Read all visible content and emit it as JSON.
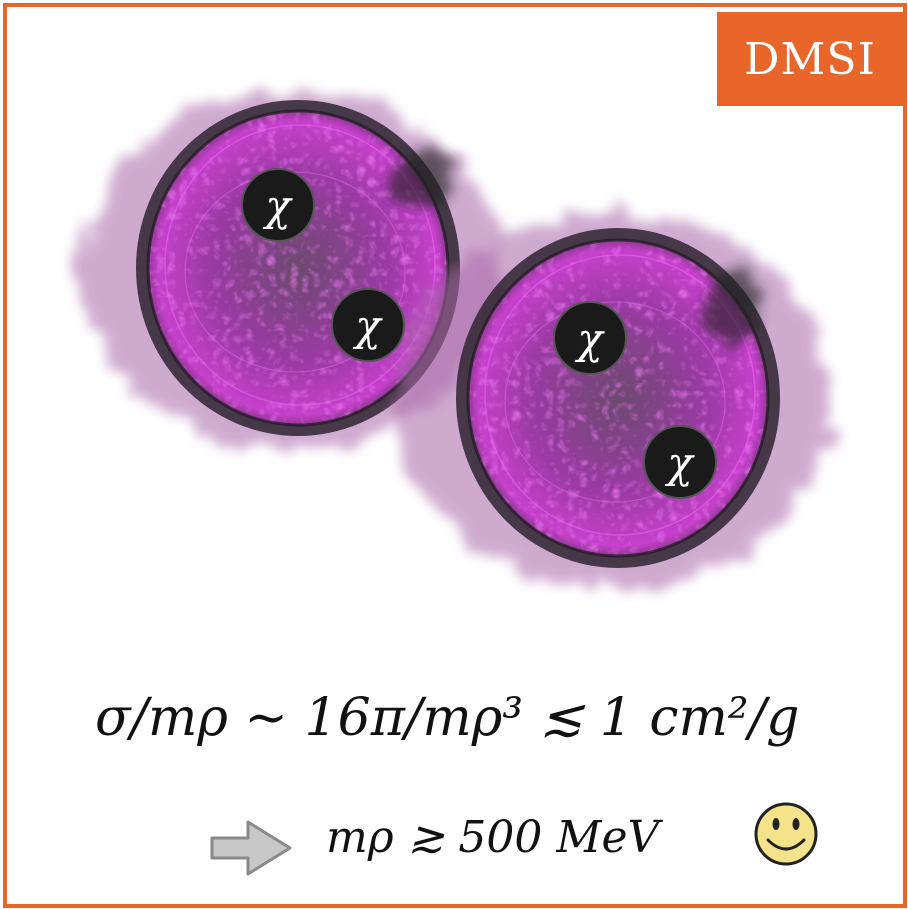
{
  "badge": {
    "label": "DMSI",
    "color": "#e8662a"
  },
  "particles": [
    {
      "blob": "left",
      "symbol": "χ"
    },
    {
      "blob": "left",
      "symbol": "χ"
    },
    {
      "blob": "right",
      "symbol": "χ"
    },
    {
      "blob": "right",
      "symbol": "χ"
    }
  ],
  "equations": {
    "cross_section": "σ/mρ ∼ 16π/mρ³ ≲ 1 cm²/g",
    "mass_bound": "mρ ≳ 500 MeV"
  },
  "icons": {
    "arrow": "right-arrow-icon",
    "face": "smiley-face-icon"
  },
  "colors": {
    "frame": "#e8662a",
    "blob_glow": "#b04fb4",
    "blob_core": "#d23bd8",
    "particle": "#1a1a1a"
  }
}
